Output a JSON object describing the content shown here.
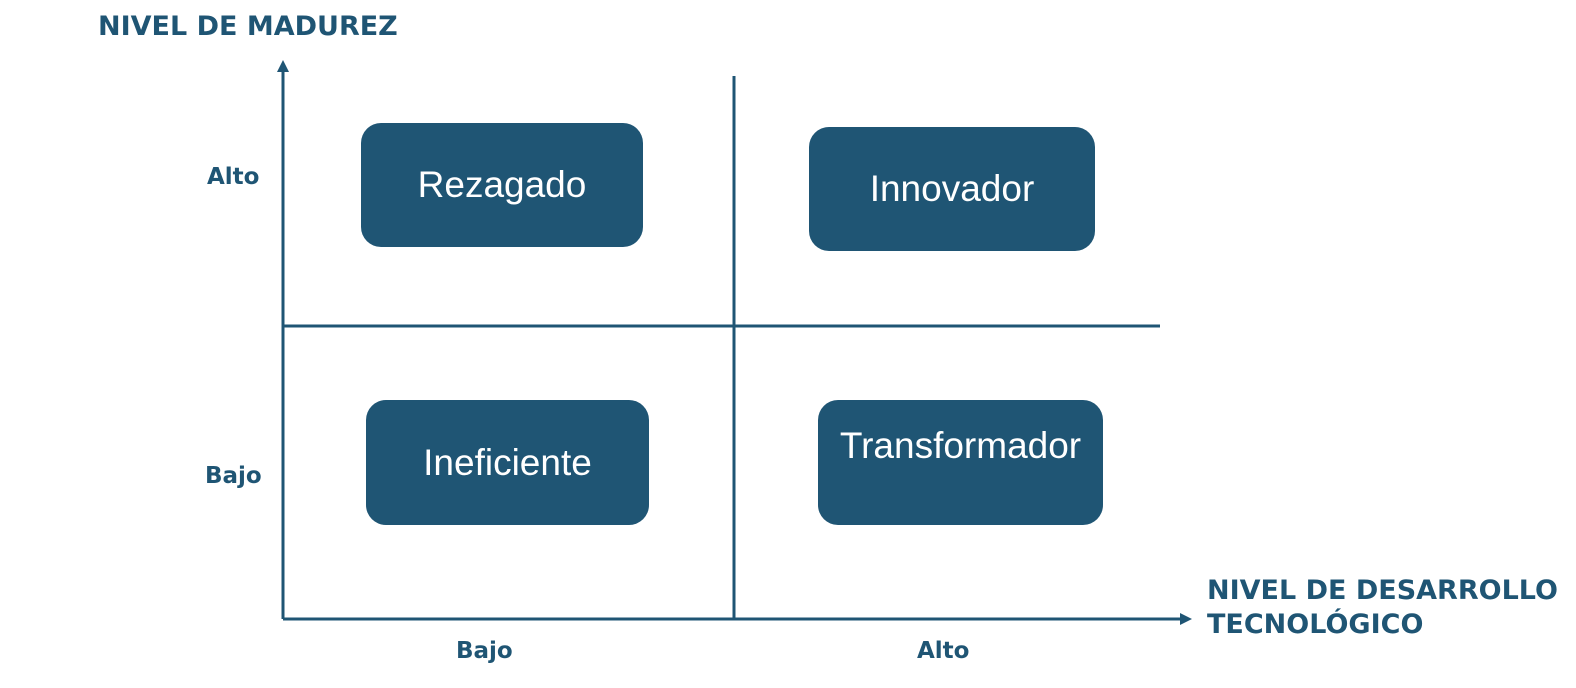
{
  "diagram": {
    "y_axis_title": "NIVEL DE MADUREZ",
    "x_axis_title_line1": "NIVEL DE DESARROLLO",
    "x_axis_title_line2": "TECNOLÓGICO",
    "y_ticks": {
      "high": "Alto",
      "low": "Bajo"
    },
    "x_ticks": {
      "low": "Bajo",
      "high": "Alto"
    },
    "quadrants": {
      "top_left": "Rezagado",
      "top_right": "Innovador",
      "bottom_left": "Ineficiente",
      "bottom_right": "Transformador"
    },
    "colors": {
      "primary": "#1f5574",
      "text_on_primary": "#ffffff"
    }
  }
}
